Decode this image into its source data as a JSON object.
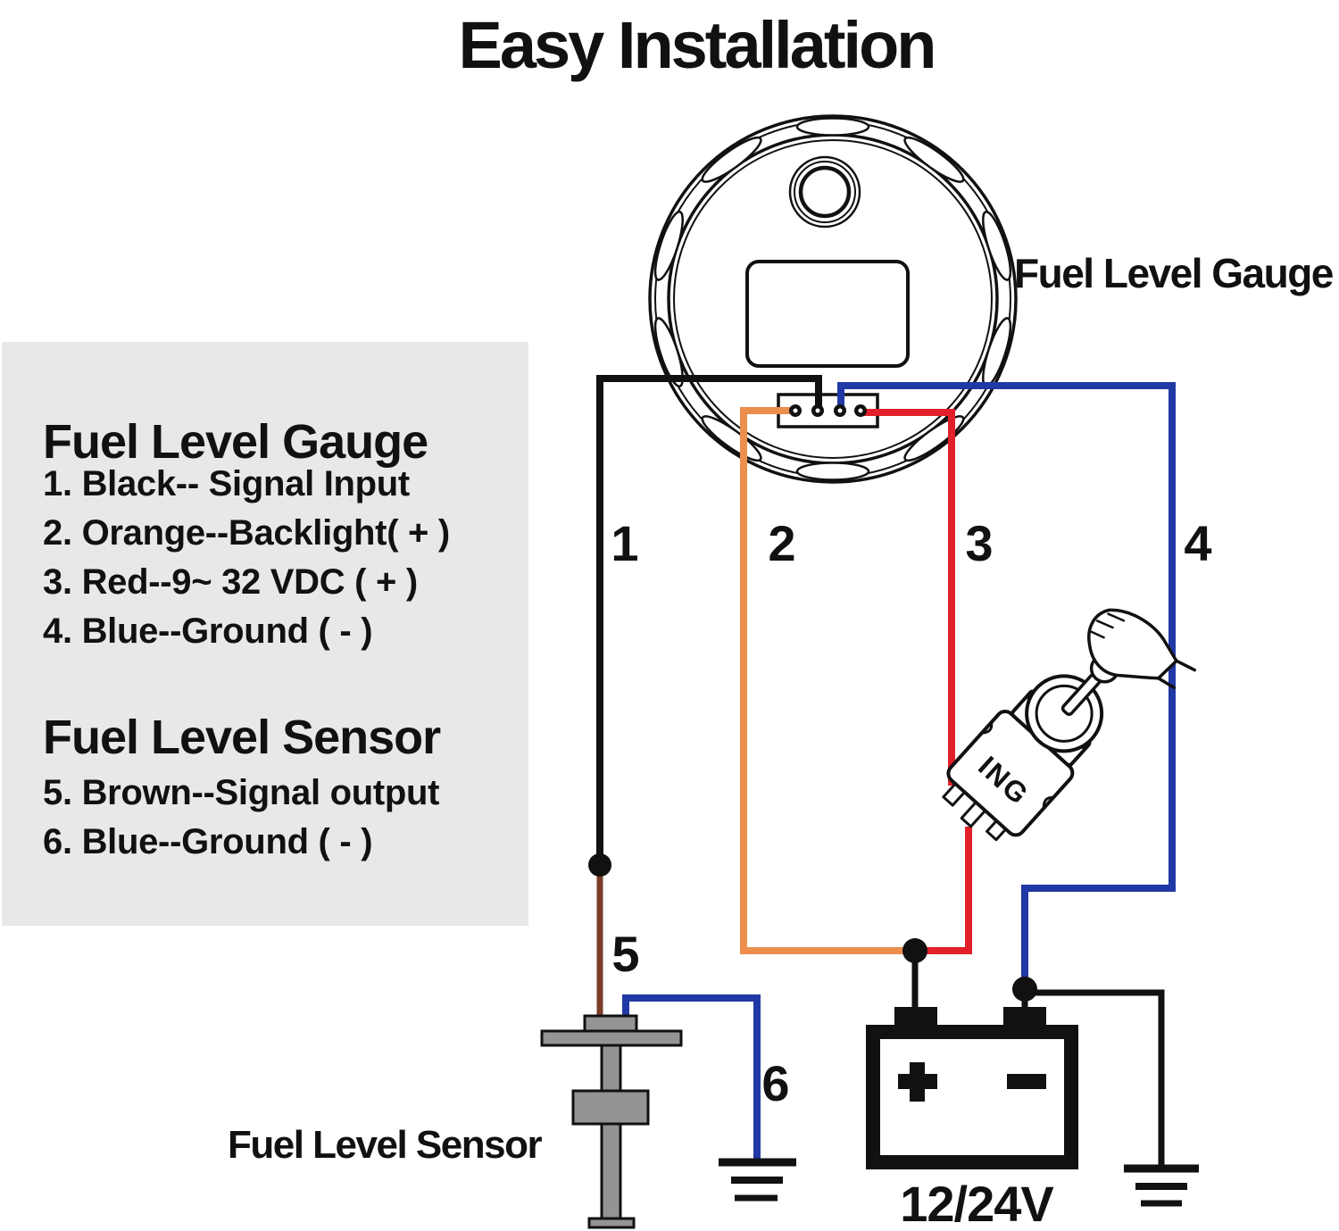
{
  "title": "Easy Installation",
  "legend": {
    "gauge_heading": "Fuel Level Gauge",
    "gauge_items": [
      "1. Black-- Signal Input",
      "2. Orange--Backlight( + )",
      "3. Red--9~ 32 VDC ( + )",
      "4. Blue--Ground ( - )"
    ],
    "sensor_heading": "Fuel Level Sensor",
    "sensor_items": [
      "5. Brown--Signal output",
      "6. Blue--Ground ( - )"
    ]
  },
  "labels": {
    "gauge": "Fuel Level Gauge",
    "sensor": "Fuel Level Sensor",
    "battery_voltage": "12/24V",
    "ignition_switch": "ING"
  },
  "wire_numbers": [
    "1",
    "2",
    "3",
    "4",
    "5",
    "6"
  ],
  "colors": {
    "wire_black": "#111111",
    "wire_orange": "#ec8f4d",
    "wire_red": "#e32029",
    "wire_blue": "#2139a5",
    "wire_brown": "#7a3c28",
    "diagram_line": "#111111",
    "legend_bg": "#e8e8e8",
    "sensor_gray": "#949494"
  }
}
